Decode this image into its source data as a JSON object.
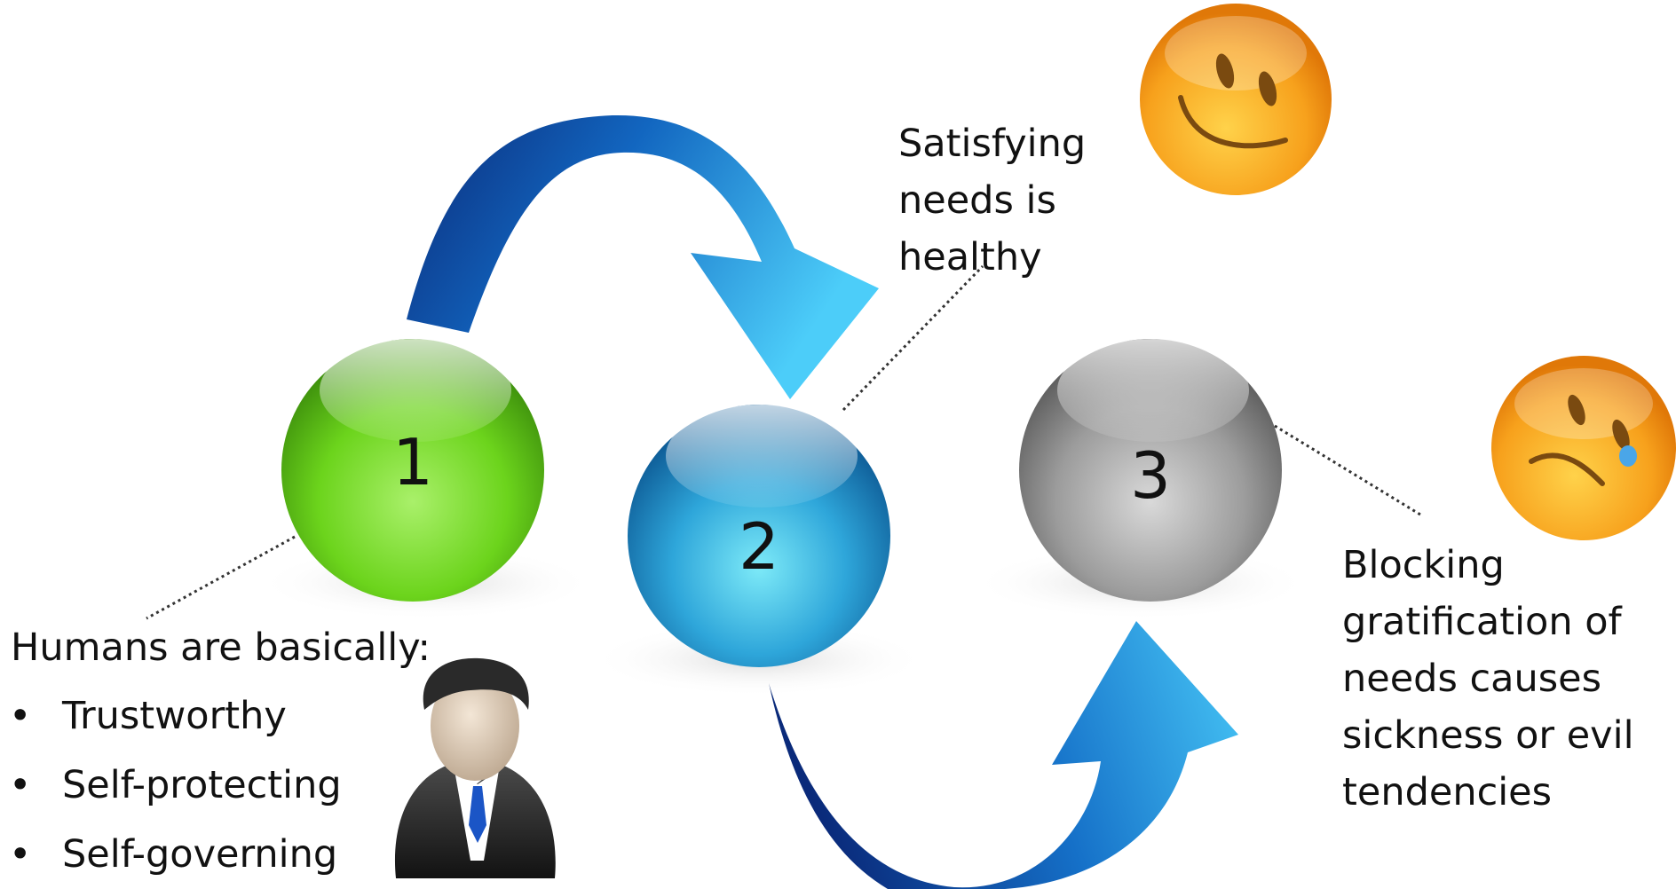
{
  "labels": {
    "ball_1": "1",
    "ball_2": "2",
    "ball_3": "3"
  },
  "texts": {
    "satisfying": "Satisfying needs is healthy",
    "blocking": "Blocking gratification of needs causes sickness or evil tendencies",
    "humans_heading": "Humans are basically:"
  },
  "humans_list": [
    {
      "bullet": "•",
      "text": "Trustworthy"
    },
    {
      "bullet": "•",
      "text": "Self-protecting"
    },
    {
      "bullet": "•",
      "text": "Self-governing"
    }
  ],
  "colors": {
    "ball_1": "#6fd61f",
    "ball_2": "#2fa8dc",
    "ball_3": "#9a9a9a",
    "arrow_dark": "#0b2f80",
    "arrow_light": "#49c6f5",
    "smiley": "#f6a020"
  },
  "icons": [
    "happy-smiley-icon",
    "sad-smiley-icon",
    "businessman-icon"
  ]
}
